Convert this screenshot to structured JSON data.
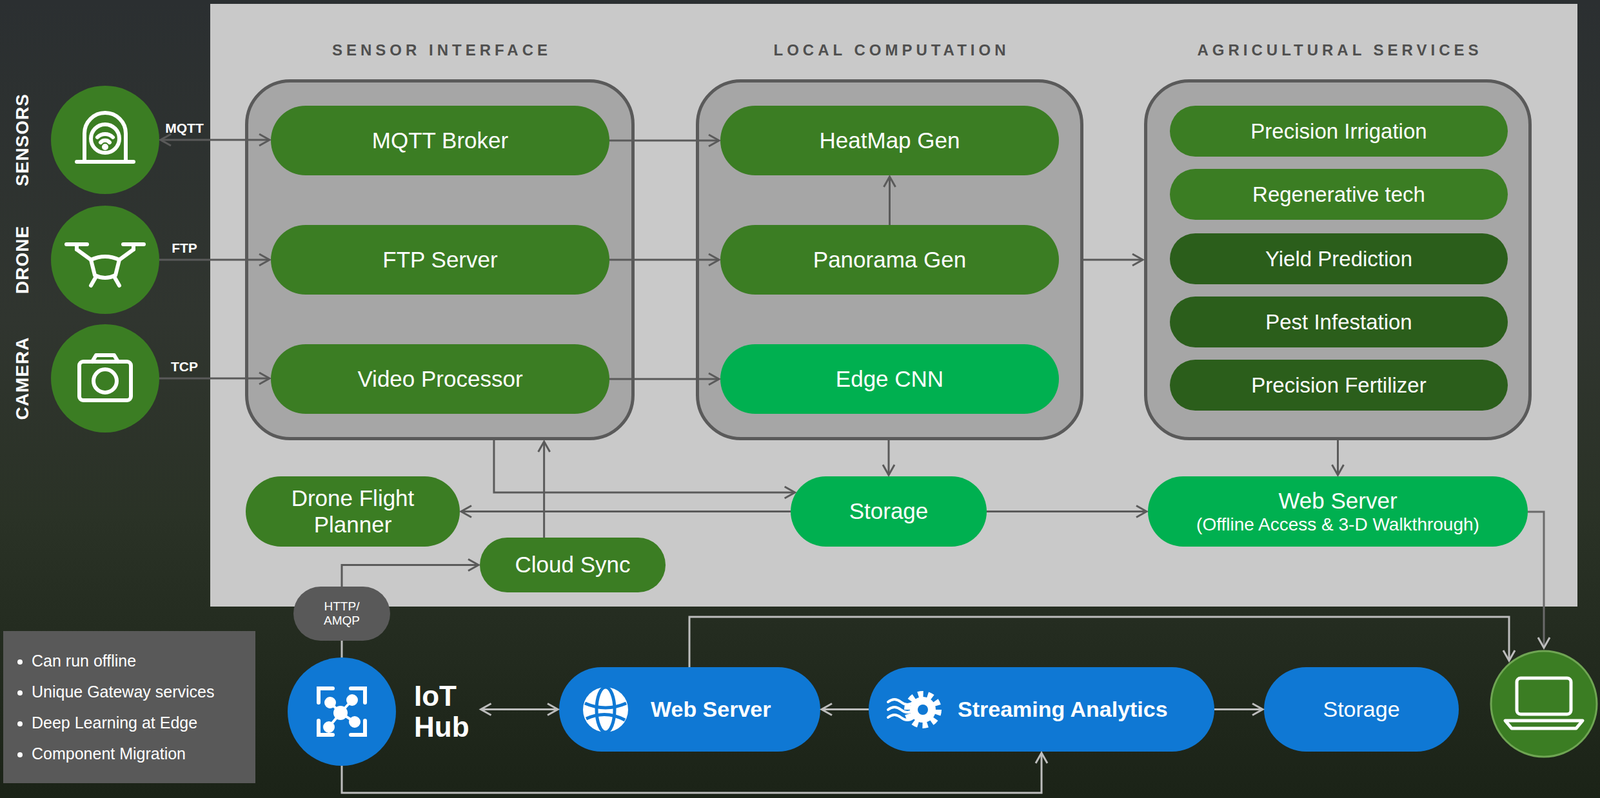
{
  "diagram": {
    "nodes": [
      {
        "text": [
          "SENSORS"
        ]
      },
      {
        "text": [
          "DRONE"
        ]
      },
      {
        "text": [
          "CAMERA"
        ]
      },
      {
        "text": [
          "SENSOR INTERFACE"
        ]
      },
      {
        "text": [
          "MQTT Broker"
        ],
        "in": 3
      },
      {
        "text": [
          "FTP Server"
        ],
        "in": 3
      },
      {
        "text": [
          "Video Processor"
        ],
        "in": 3
      },
      {
        "text": [
          "LOCAL COMPUTATION"
        ]
      },
      {
        "text": [
          "HeatMap Gen"
        ],
        "in": 7
      },
      {
        "text": [
          "Panorama Gen"
        ],
        "in": 7
      },
      {
        "text": [
          "Edge CNN"
        ],
        "in": 7
      },
      {
        "text": [
          "AGRICULTURAL SERVICES"
        ]
      },
      {
        "text": [
          "Precision Irrigation"
        ],
        "in": 11
      },
      {
        "text": [
          "Regenerative tech"
        ],
        "in": 11
      },
      {
        "text": [
          "Yield Prediction"
        ],
        "in": 11
      },
      {
        "text": [
          "Pest Infestation"
        ],
        "in": 11
      },
      {
        "text": [
          "Precision Fertilizer"
        ],
        "in": 11
      },
      {
        "text": [
          "Drone Flight Planner"
        ]
      },
      {
        "text": [
          "Storage"
        ]
      },
      {
        "text": [
          "Web Server",
          "(Offline Access & 3-D Walkthrough)"
        ]
      },
      {
        "text": [
          "Cloud Sync"
        ]
      },
      {
        "text": [
          "HTTP/ AMQP"
        ]
      },
      {
        "text": [
          "IoT Hub"
        ]
      },
      {
        "text": [
          "Web Server"
        ]
      },
      {
        "text": [
          "Streaming Analytics"
        ]
      },
      {
        "text": [
          "Storage"
        ]
      },
      {
        "text": [
          "Can run offline",
          "Unique Gateway services",
          "Deep Learning at Edge",
          "Component Migration"
        ]
      }
    ],
    "edges": [
      {
        "from": 0,
        "to": 4,
        "arrow": "both",
        "label": "MQTT"
      },
      {
        "from": 1,
        "to": 5,
        "arrow": "to",
        "label": "FTP"
      },
      {
        "from": 2,
        "to": 6,
        "arrow": "to",
        "label": "TCP"
      },
      {
        "from": 4,
        "to": 8,
        "arrow": "to"
      },
      {
        "from": 5,
        "to": 9,
        "arrow": "to"
      },
      {
        "from": 6,
        "to": 10,
        "arrow": "to"
      },
      {
        "from": 9,
        "to": 8,
        "arrow": "to"
      },
      {
        "from": 7,
        "to": 11,
        "arrow": "to"
      },
      {
        "from": 7,
        "to": 18,
        "arrow": "to"
      },
      {
        "from": 3,
        "to": 18,
        "arrow": "to"
      },
      {
        "from": 20,
        "to": 3,
        "arrow": "to"
      },
      {
        "from": 18,
        "to": 17,
        "arrow": "to"
      },
      {
        "from": 18,
        "to": 19,
        "arrow": "to"
      },
      {
        "from": 11,
        "to": 19,
        "arrow": "to"
      },
      {
        "from": 22,
        "to": 21,
        "arrow": "none"
      },
      {
        "from": 21,
        "to": 20,
        "arrow": "to"
      },
      {
        "from": 22,
        "to": 23,
        "arrow": "both"
      },
      {
        "from": 24,
        "to": 23,
        "arrow": "to"
      },
      {
        "from": 24,
        "to": 25,
        "arrow": "to"
      },
      {
        "from": 22,
        "to": 24,
        "arrow": "to"
      }
    ]
  }
}
